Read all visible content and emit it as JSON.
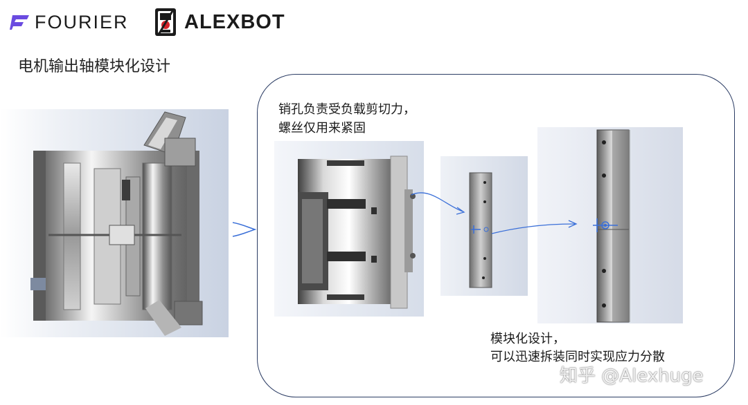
{
  "brand": {
    "fourier": "FOURIER",
    "alexbot": "ALEXBOT"
  },
  "title": "电机输出轴模块化设计",
  "notes": {
    "top": [
      "销孔负责受负载剪切力，",
      "螺丝仅用来紧固"
    ],
    "bottom": [
      "模块化设计，",
      "可以迅速拆装同时实现应力分散"
    ]
  },
  "watermark": "知乎 @Alexhuge",
  "colors": {
    "accent": "#3a6fd8",
    "panel_border": "#2a3b63",
    "fourier_logo": "#6a4be0",
    "alexbot_logo": "#d4232a"
  },
  "icons": [
    "fourier-logo-icon",
    "alexbot-logo-icon",
    "chevron-right-icon",
    "arrow-icon"
  ]
}
